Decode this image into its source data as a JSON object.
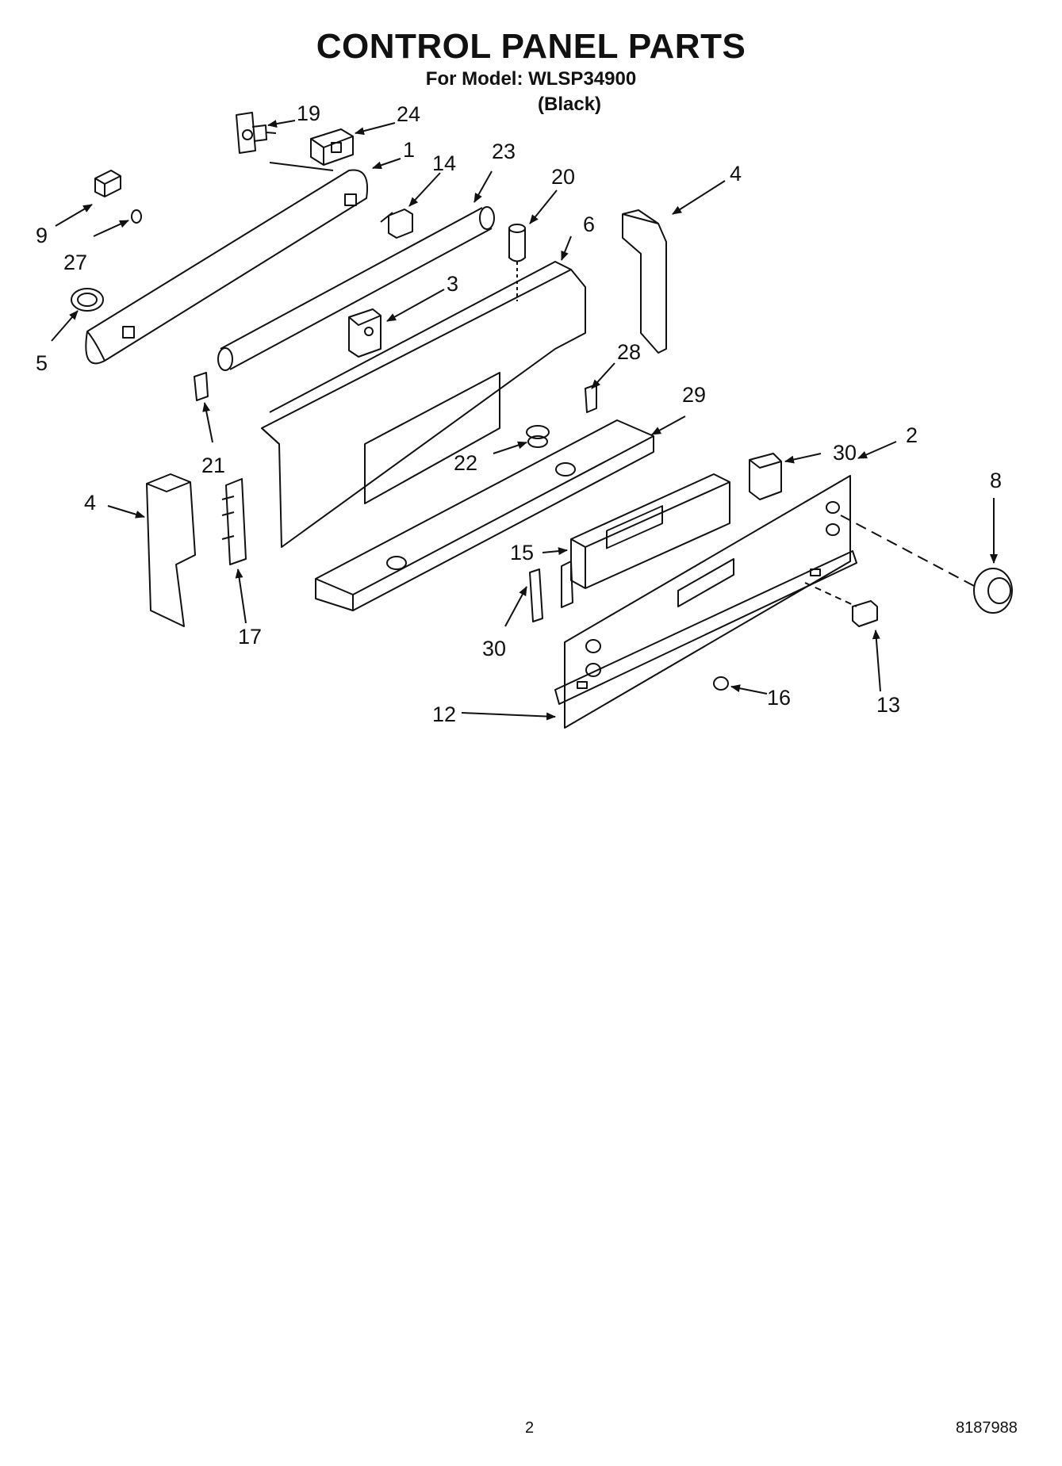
{
  "header": {
    "title": "CONTROL PANEL PARTS",
    "model_line": "For Model: WLSP34900",
    "color_line": "(Black)"
  },
  "callouts": [
    {
      "id": "c19",
      "label": "19"
    },
    {
      "id": "c24",
      "label": "24"
    },
    {
      "id": "c1",
      "label": "1"
    },
    {
      "id": "c14",
      "label": "14"
    },
    {
      "id": "c23",
      "label": "23"
    },
    {
      "id": "c20",
      "label": "20"
    },
    {
      "id": "c4a",
      "label": "4"
    },
    {
      "id": "c9",
      "label": "9"
    },
    {
      "id": "c27",
      "label": "27"
    },
    {
      "id": "c6",
      "label": "6"
    },
    {
      "id": "c3",
      "label": "3"
    },
    {
      "id": "c5",
      "label": "5"
    },
    {
      "id": "c28",
      "label": "28"
    },
    {
      "id": "c29",
      "label": "29"
    },
    {
      "id": "c21",
      "label": "21"
    },
    {
      "id": "c22",
      "label": "22"
    },
    {
      "id": "c2",
      "label": "2"
    },
    {
      "id": "c30a",
      "label": "30"
    },
    {
      "id": "c8",
      "label": "8"
    },
    {
      "id": "c4b",
      "label": "4"
    },
    {
      "id": "c15",
      "label": "15"
    },
    {
      "id": "c17",
      "label": "17"
    },
    {
      "id": "c30b",
      "label": "30"
    },
    {
      "id": "c16",
      "label": "16"
    },
    {
      "id": "c12",
      "label": "12"
    },
    {
      "id": "c13",
      "label": "13"
    }
  ],
  "footer": {
    "page_number": "2",
    "doc_number": "8187988"
  }
}
